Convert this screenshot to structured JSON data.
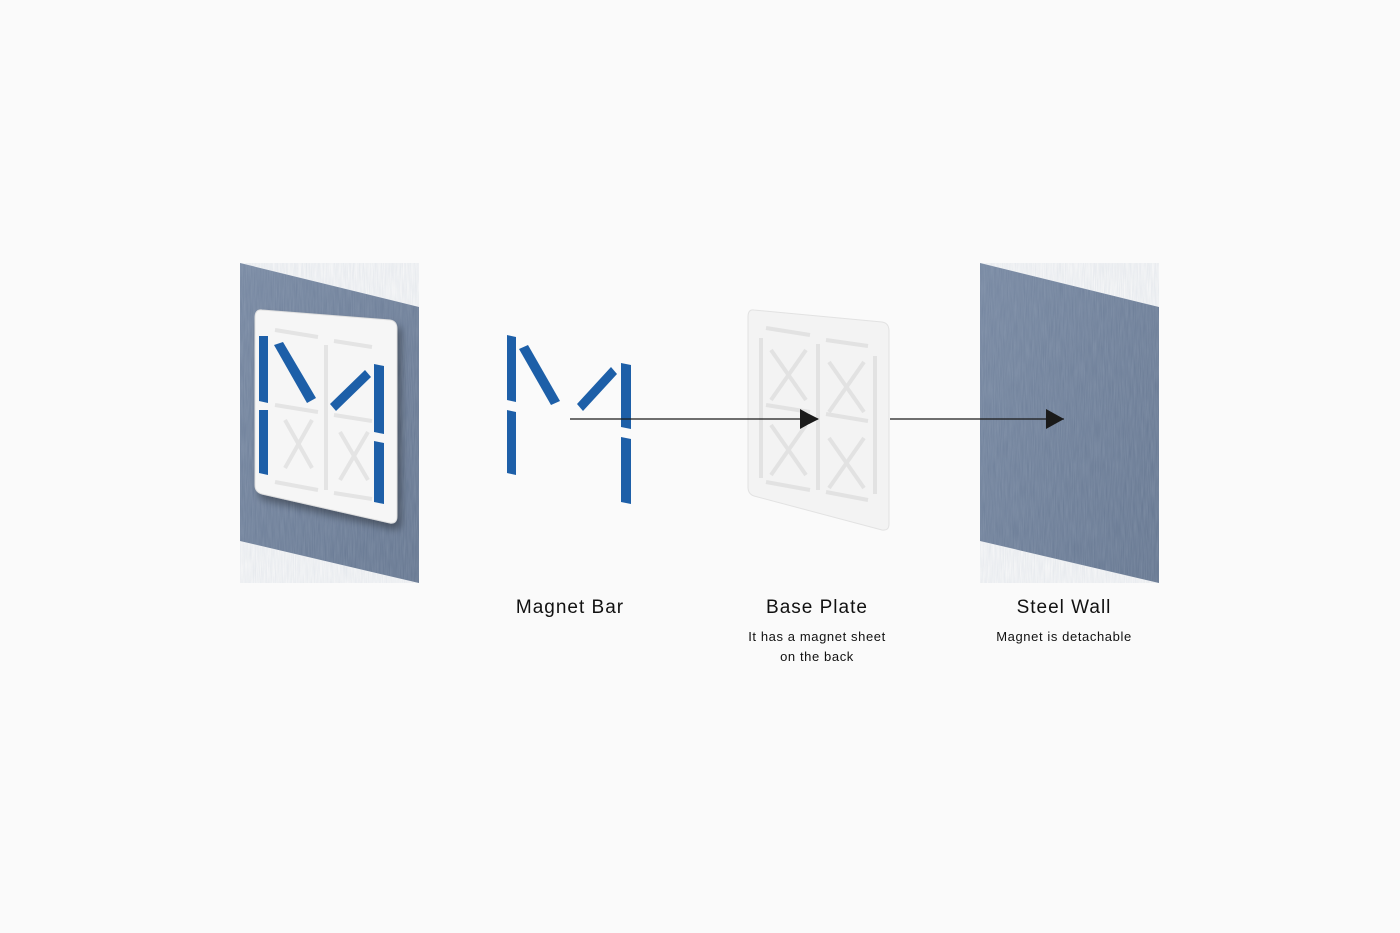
{
  "components": [
    {
      "id": "magnet",
      "title": "Magnet Bar",
      "subtitle_lines": []
    },
    {
      "id": "plate",
      "title": "Base Plate",
      "subtitle_lines": [
        "It has a magnet sheet",
        "on the back"
      ]
    },
    {
      "id": "wall",
      "title": "Steel Wall",
      "subtitle_lines": [
        "Magnet is detachable"
      ]
    }
  ],
  "colors": {
    "background": "#fafafa",
    "steel": "#6e7f99",
    "magnet": "#1d5fa8",
    "plate": "#f4f4f4",
    "text": "#111111",
    "arrow": "#1a1a1a"
  }
}
